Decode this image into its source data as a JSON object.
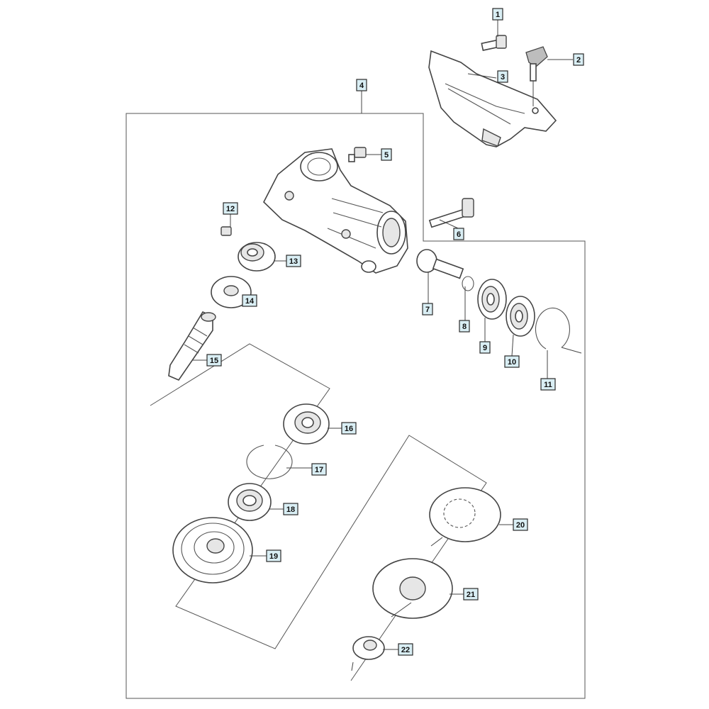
{
  "callouts": [
    {
      "id": "1",
      "label": "1"
    },
    {
      "id": "2",
      "label": "2"
    },
    {
      "id": "3",
      "label": "3"
    },
    {
      "id": "4",
      "label": "4"
    },
    {
      "id": "5",
      "label": "5"
    },
    {
      "id": "6",
      "label": "6"
    },
    {
      "id": "7",
      "label": "7"
    },
    {
      "id": "8",
      "label": "8"
    },
    {
      "id": "9",
      "label": "9"
    },
    {
      "id": "10",
      "label": "10"
    },
    {
      "id": "11",
      "label": "11"
    },
    {
      "id": "12",
      "label": "12"
    },
    {
      "id": "13",
      "label": "13"
    },
    {
      "id": "14",
      "label": "14"
    },
    {
      "id": "15",
      "label": "15"
    },
    {
      "id": "16",
      "label": "16"
    },
    {
      "id": "17",
      "label": "17"
    },
    {
      "id": "18",
      "label": "18"
    },
    {
      "id": "19",
      "label": "19"
    },
    {
      "id": "20",
      "label": "20"
    },
    {
      "id": "21",
      "label": "21"
    },
    {
      "id": "22",
      "label": "22"
    }
  ],
  "colors": {
    "callout_fill": "#d9eef4",
    "callout_border": "#2a2a2a",
    "line_art": "#444444"
  }
}
